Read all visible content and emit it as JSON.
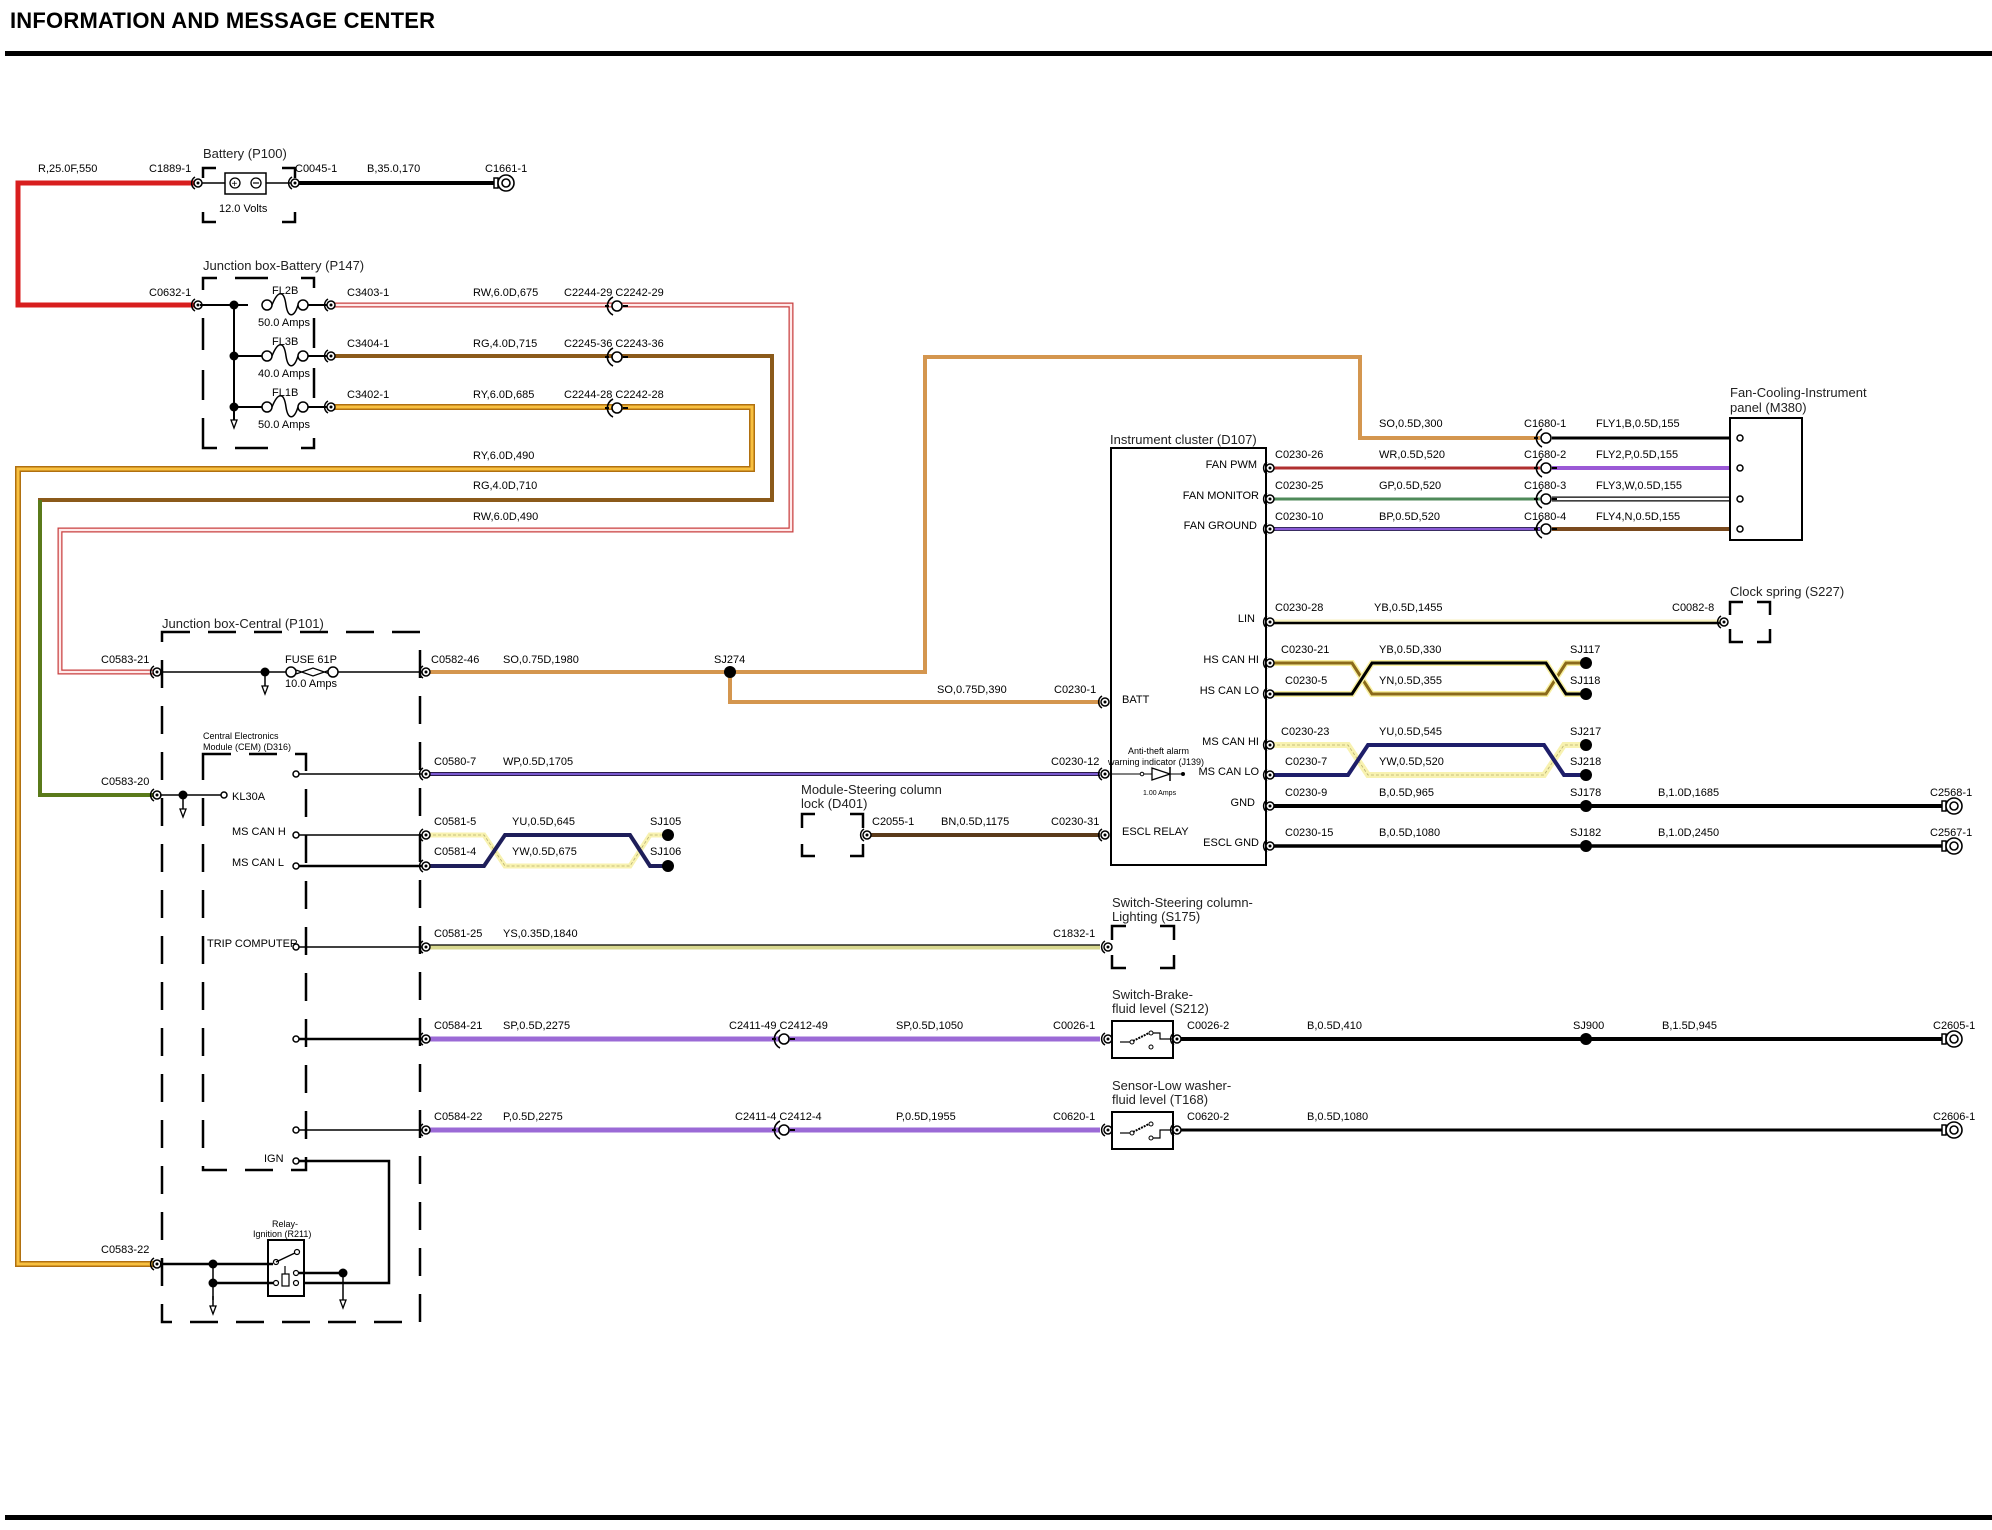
{
  "title": "INFORMATION AND MESSAGE CENTER",
  "colors": {
    "R": "#d81e1e",
    "B": "#000000",
    "P": "#9b59d6",
    "O": "#d4964f",
    "N": "#7a4a1e",
    "Y": "#f5c842",
    "G": "#4f8a4f",
    "W": "#ffffff",
    "U": "#1e1e7a",
    "S": "#9a9a9a",
    "RG": "#8b5a1a",
    "RY": "#f0b030",
    "RW": "#ffe0e0",
    "SO": "#d4964f",
    "WR": "#b03030",
    "GP": "#4f8a5a",
    "BP": "#7a4ac0",
    "WP": "#6a4ac0",
    "YB": "#f5f0a0",
    "YN": "#8b6a1a",
    "YU": "#f8f2b0",
    "YW": "#f8f2b0",
    "BN": "#5a3a1a",
    "SP": "#9b6ad6",
    "YS": "#d8d890",
    "RG2": "#4a6a10"
  },
  "components": {
    "battery": {
      "name": "Battery (P100)",
      "rating": "12.0 Volts"
    },
    "jb_battery": {
      "name": "Junction box-Battery (P147)",
      "fuses": [
        {
          "id": "FL2B",
          "rating": "50.0 Amps"
        },
        {
          "id": "FL3B",
          "rating": "40.0 Amps"
        },
        {
          "id": "FL1B",
          "rating": "50.0 Amps"
        }
      ]
    },
    "jb_central": {
      "name": "Junction box-Central (P101)",
      "fuse": {
        "id": "FUSE 61P",
        "rating": "10.0 Amps"
      }
    },
    "cem": {
      "name_line1": "Central Electronics",
      "name_line2": "Module (CEM) (D316)",
      "pins": [
        "KL30A",
        "MS CAN H",
        "MS CAN L",
        "TRIP COMPUTER",
        "IGN"
      ]
    },
    "relay": {
      "name_line1": "Relay-",
      "name_line2": "Ignition (R211)"
    },
    "cluster": {
      "name": "Instrument cluster (D107)",
      "pins": [
        "FAN PWM",
        "FAN MONITOR",
        "FAN GROUND",
        "LIN",
        "HS CAN HI",
        "HS CAN LO",
        "BATT",
        "MS CAN HI",
        "MS CAN LO",
        "GND",
        "ESCL RELAY",
        "ESCL GND"
      ],
      "indicator": {
        "line1": "Anti-theft alarm",
        "line2": "warning indicator (J139)",
        "rating": "1.00 Amps"
      }
    },
    "fan": {
      "name_line1": "Fan-Cooling-Instrument",
      "name_line2": "panel (M380)"
    },
    "clock_spring": {
      "name": "Clock spring (S227)"
    },
    "steering_lock": {
      "name_line1": "Module-Steering column",
      "name_line2": "lock (D401)"
    },
    "switch_lighting": {
      "name_line1": "Switch-Steering column-",
      "name_line2": "Lighting (S175)"
    },
    "switch_brake": {
      "name_line1": "Switch-Brake-",
      "name_line2": "fluid level (S212)"
    },
    "sensor_washer": {
      "name_line1": "Sensor-Low washer-",
      "name_line2": "fluid level (T168)"
    }
  },
  "connectors": {
    "c1889_1": "C1889-1",
    "c0045_1": "C0045-1",
    "c1661_1": "C1661-1",
    "c0632_1": "C0632-1",
    "c3403_1": "C3403-1",
    "c3404_1": "C3404-1",
    "c3402_1": "C3402-1",
    "c2244_29": "C2244-29 C2242-29",
    "c2245_36": "C2245-36 C2243-36",
    "c2244_28": "C2244-28 C2242-28",
    "c0583_21": "C0583-21",
    "c0583_20": "C0583-20",
    "c0583_22": "C0583-22",
    "c0582_46": "C0582-46",
    "sj274": "SJ274",
    "c0230_1": "C0230-1",
    "c0580_7": "C0580-7",
    "c0230_12": "C0230-12",
    "c0581_5": "C0581-5",
    "c0581_4": "C0581-4",
    "sj105": "SJ105",
    "sj106": "SJ106",
    "c2055_1": "C2055-1",
    "c0230_31": "C0230-31",
    "c0581_25": "C0581-25",
    "c1832_1": "C1832-1",
    "c0584_21": "C0584-21",
    "c2411_49": "C2411-49 C2412-49",
    "c0026_1": "C0026-1",
    "c0026_2": "C0026-2",
    "sj900": "SJ900",
    "c2605_1": "C2605-1",
    "c0584_22": "C0584-22",
    "c2411_4": "C2411-4 C2412-4",
    "c0620_1": "C0620-1",
    "c0620_2": "C0620-2",
    "c2606_1": "C2606-1",
    "c0230_26": "C0230-26",
    "c0230_25": "C0230-25",
    "c0230_10": "C0230-10",
    "c1680_1": "C1680-1",
    "c1680_2": "C1680-2",
    "c1680_3": "C1680-3",
    "c1680_4": "C1680-4",
    "c0230_28": "C0230-28",
    "c0082_8": "C0082-8",
    "c0230_21": "C0230-21",
    "c0230_5": "C0230-5",
    "sj117": "SJ117",
    "sj118": "SJ118",
    "c0230_23": "C0230-23",
    "c0230_7": "C0230-7",
    "sj217": "SJ217",
    "sj218": "SJ218",
    "c0230_9": "C0230-9",
    "sj178": "SJ178",
    "c2568_1": "C2568-1",
    "c0230_15": "C0230-15",
    "sj182": "SJ182",
    "c2567_1": "C2567-1"
  },
  "wires": {
    "w_r25": "R,25.0F,550",
    "w_b35": "B,35.0,170",
    "w_rw675": "RW,6.0D,675",
    "w_rg715": "RG,4.0D,715",
    "w_ry685": "RY,6.0D,685",
    "w_ry490": "RY,6.0D,490",
    "w_rg710": "RG,4.0D,710",
    "w_rw490": "RW,6.0D,490",
    "w_so1980": "SO,0.75D,1980",
    "w_so390": "SO,0.75D,390",
    "w_so300": "SO,0.5D,300",
    "w_wp1705": "WP,0.5D,1705",
    "w_yu645": "YU,0.5D,645",
    "w_yw675": "YW,0.5D,675",
    "w_bn1175": "BN,0.5D,1175",
    "w_ys1840": "YS,0.35D,1840",
    "w_sp2275": "SP,0.5D,2275",
    "w_sp1050": "SP,0.5D,1050",
    "w_b410": "B,0.5D,410",
    "w_b945": "B,1.5D,945",
    "w_p2275": "P,0.5D,2275",
    "w_p1955": "P,0.5D,1955",
    "w_b1080b": "B,0.5D,1080",
    "w_wr520": "WR,0.5D,520",
    "w_gp520": "GP,0.5D,520",
    "w_bp520": "BP,0.5D,520",
    "w_fly1": "FLY1,B,0.5D,155",
    "w_fly2": "FLY2,P,0.5D,155",
    "w_fly3": "FLY3,W,0.5D,155",
    "w_fly4": "FLY4,N,0.5D,155",
    "w_yb1455": "YB,0.5D,1455",
    "w_yb330": "YB,0.5D,330",
    "w_yn355": "YN,0.5D,355",
    "w_yu545": "YU,0.5D,545",
    "w_yw520": "YW,0.5D,520",
    "w_b965": "B,0.5D,965",
    "w_b1685": "B,1.0D,1685",
    "w_b1080": "B,0.5D,1080",
    "w_b2450": "B,1.0D,2450"
  }
}
